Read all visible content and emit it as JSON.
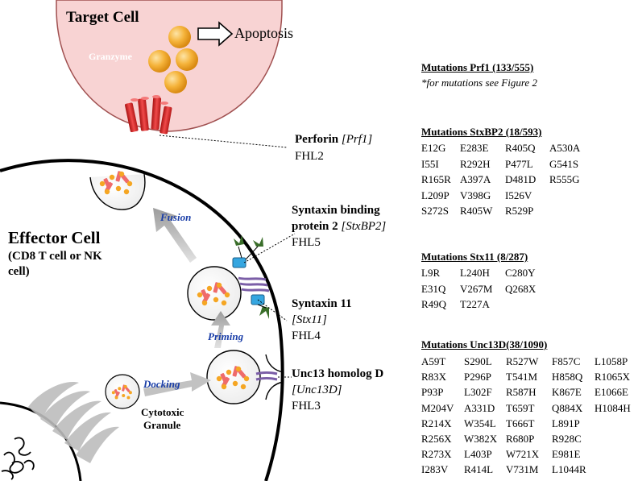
{
  "target": {
    "title": "Target Cell",
    "granzyme": "Granzyme",
    "apoptosis": "Apoptosis"
  },
  "effector": {
    "title": "Effector Cell",
    "subtitle_line1": "(CD8 T cell or NK",
    "subtitle_line2": "cell)",
    "cytotoxic_line1": "Cytotoxic",
    "cytotoxic_line2": "Granule"
  },
  "steps": {
    "fusion": "Fusion",
    "priming": "Priming",
    "docking": "Docking"
  },
  "proteins": {
    "perforin": {
      "name": "Perforin",
      "gene": "[Prf1]",
      "fhl": "FHL2"
    },
    "stxbp2": {
      "name_line1": "Syntaxin binding",
      "name_line2": "protein 2",
      "gene": "[StxBP2]",
      "fhl": "FHL5"
    },
    "stx11": {
      "name": "Syntaxin 11",
      "gene": "[Stx11]",
      "fhl": "FHL4"
    },
    "unc13d": {
      "name": "Unc13 homolog D",
      "gene": "[Unc13D]",
      "fhl": "FHL3"
    }
  },
  "mutations": {
    "prf1": {
      "title": "Mutations Prf1 (133/555)",
      "note": "*for mutations see Figure 2"
    },
    "stxbp2": {
      "title": "Mutations StxBP2 (18/593)",
      "items": [
        "E12G",
        "E283E",
        "R405Q",
        "A530A",
        "I55I",
        "R292H",
        "P477L",
        "G541S",
        "R165R",
        "A397A",
        "D481D",
        "R555G",
        "L209P",
        "V398G",
        "I526V",
        "",
        "S272S",
        "R405W",
        "R529P",
        ""
      ]
    },
    "stx11": {
      "title": "Mutations Stx11 (8/287)",
      "items": [
        "L9R",
        "L240H",
        "C280Y",
        "E31Q",
        "V267M",
        "Q268X",
        "R49Q",
        "T227A",
        ""
      ]
    },
    "unc13d": {
      "title": "Mutations Unc13D(38/1090)",
      "items": [
        "A59T",
        "S290L",
        "R527W",
        "F857C",
        "L1058P",
        "R83X",
        "P296P",
        "T541M",
        "H858Q",
        "R1065X",
        "P93P",
        "L302F",
        "R587H",
        "K867E",
        "E1066E",
        "M204V",
        "A331D",
        "T659T",
        "Q884X",
        "H1084H",
        "R214X",
        "W354L",
        "T666T",
        "L891P",
        "",
        "R256X",
        "W382X",
        "R680P",
        "R928C",
        "",
        "R273X",
        "L403P",
        "W721X",
        "E981E",
        "",
        "I283V",
        "R414L",
        "V731M",
        "L1044R",
        ""
      ]
    }
  },
  "colors": {
    "target_fill": "#f8d3d3",
    "target_stroke": "#a05050",
    "granule_orange": "#f5a623",
    "perforin_red": "#e02a2a",
    "step_blue": "#1a3ea8",
    "syntaxin_blue": "#35a6e0",
    "munc_purple": "#7b5ea7",
    "leaf_green": "#3a6e2a",
    "arrow_grey": "#c8c8c8"
  }
}
